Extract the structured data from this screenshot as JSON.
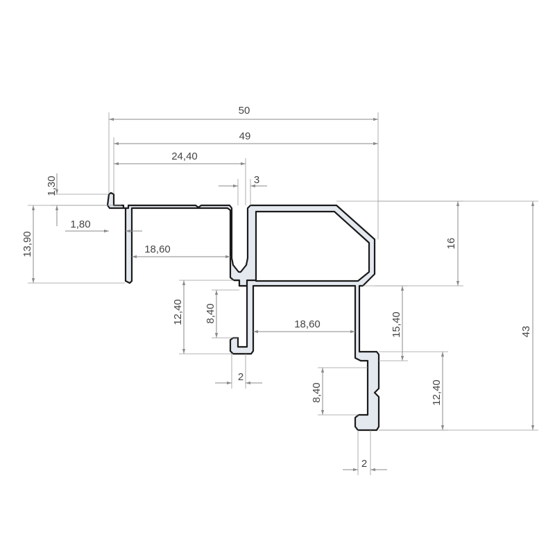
{
  "drawing": {
    "type": "aluminium profile technical drawing",
    "colors": {
      "profile_fill": "#e4e8ef",
      "profile_stroke": "#1a1a1a",
      "dimension_line": "#8a8a8a",
      "text": "#444444"
    }
  },
  "dimensions": {
    "overall_width": "50",
    "width_49": "49",
    "top_flange_width": "24,40",
    "slot_width": "3",
    "lip_height": "1,30",
    "lip_thickness": "1,80",
    "left_leg_height": "13,90",
    "inner_span_left": "18,60",
    "inner_span_right": "18,60",
    "middle_channel_height": "12,40",
    "middle_channel_inner": "8,40",
    "middle_channel_lip": "2",
    "box_height": "16",
    "lower_leg_offset": "15,40",
    "overall_height": "43",
    "right_channel_inner": "8,40",
    "right_channel_height": "12,40",
    "right_channel_lip": "2"
  }
}
